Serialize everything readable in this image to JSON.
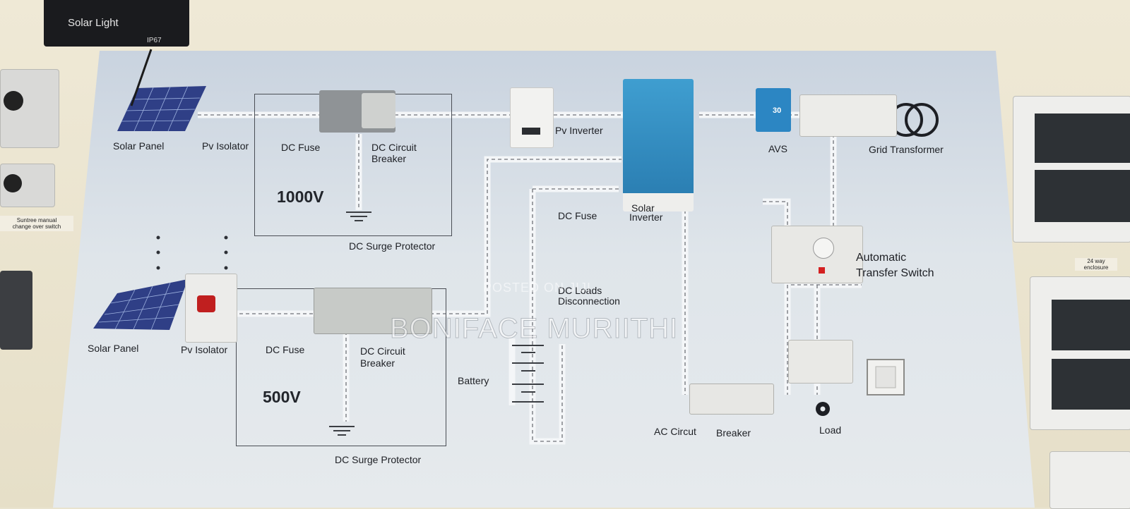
{
  "solar_light_sign": {
    "title": "Solar Light",
    "rating": "IP67"
  },
  "wall_labels": {
    "changeover": [
      "Suntree manual",
      "change over switch"
    ],
    "enclosure": [
      "24 way",
      "enclosure"
    ]
  },
  "board": {
    "labels": {
      "solar_panel_top": "Solar Panel",
      "pv_isolator_top": "Pv Isolator",
      "dc_fuse_top": "DC Fuse",
      "dc_breaker_top": [
        "DC Circuit",
        "Breaker"
      ],
      "voltage_top": "1000V",
      "surge_top": "DC Surge Protector",
      "pv_inverter": "Pv Inverter",
      "solar_inverter": [
        "Solar",
        "Inverter"
      ],
      "dc_fuse_mid": "DC Fuse",
      "avs": "AVS",
      "grid_transformer": "Grid Transformer",
      "ats": [
        "Automatic",
        "Transfer Switch"
      ],
      "solar_panel_bottom": "Solar Panel",
      "pv_isolator_bottom": "Pv Isolator",
      "dc_fuse_bottom": "DC Fuse",
      "dc_breaker_bottom": [
        "DC Circuit",
        "Breaker"
      ],
      "voltage_bottom": "500V",
      "surge_bottom": "DC Surge Protector",
      "dc_loads": [
        "DC Loads",
        "Disconnection"
      ],
      "battery": "Battery",
      "ac_breaker": [
        "AC Circut",
        "Breaker"
      ],
      "load": "Load"
    }
  },
  "watermark": {
    "line1": "POSTED ON JIJI",
    "line2": "BONIFACE MURIITHI"
  },
  "avs_display": "30"
}
